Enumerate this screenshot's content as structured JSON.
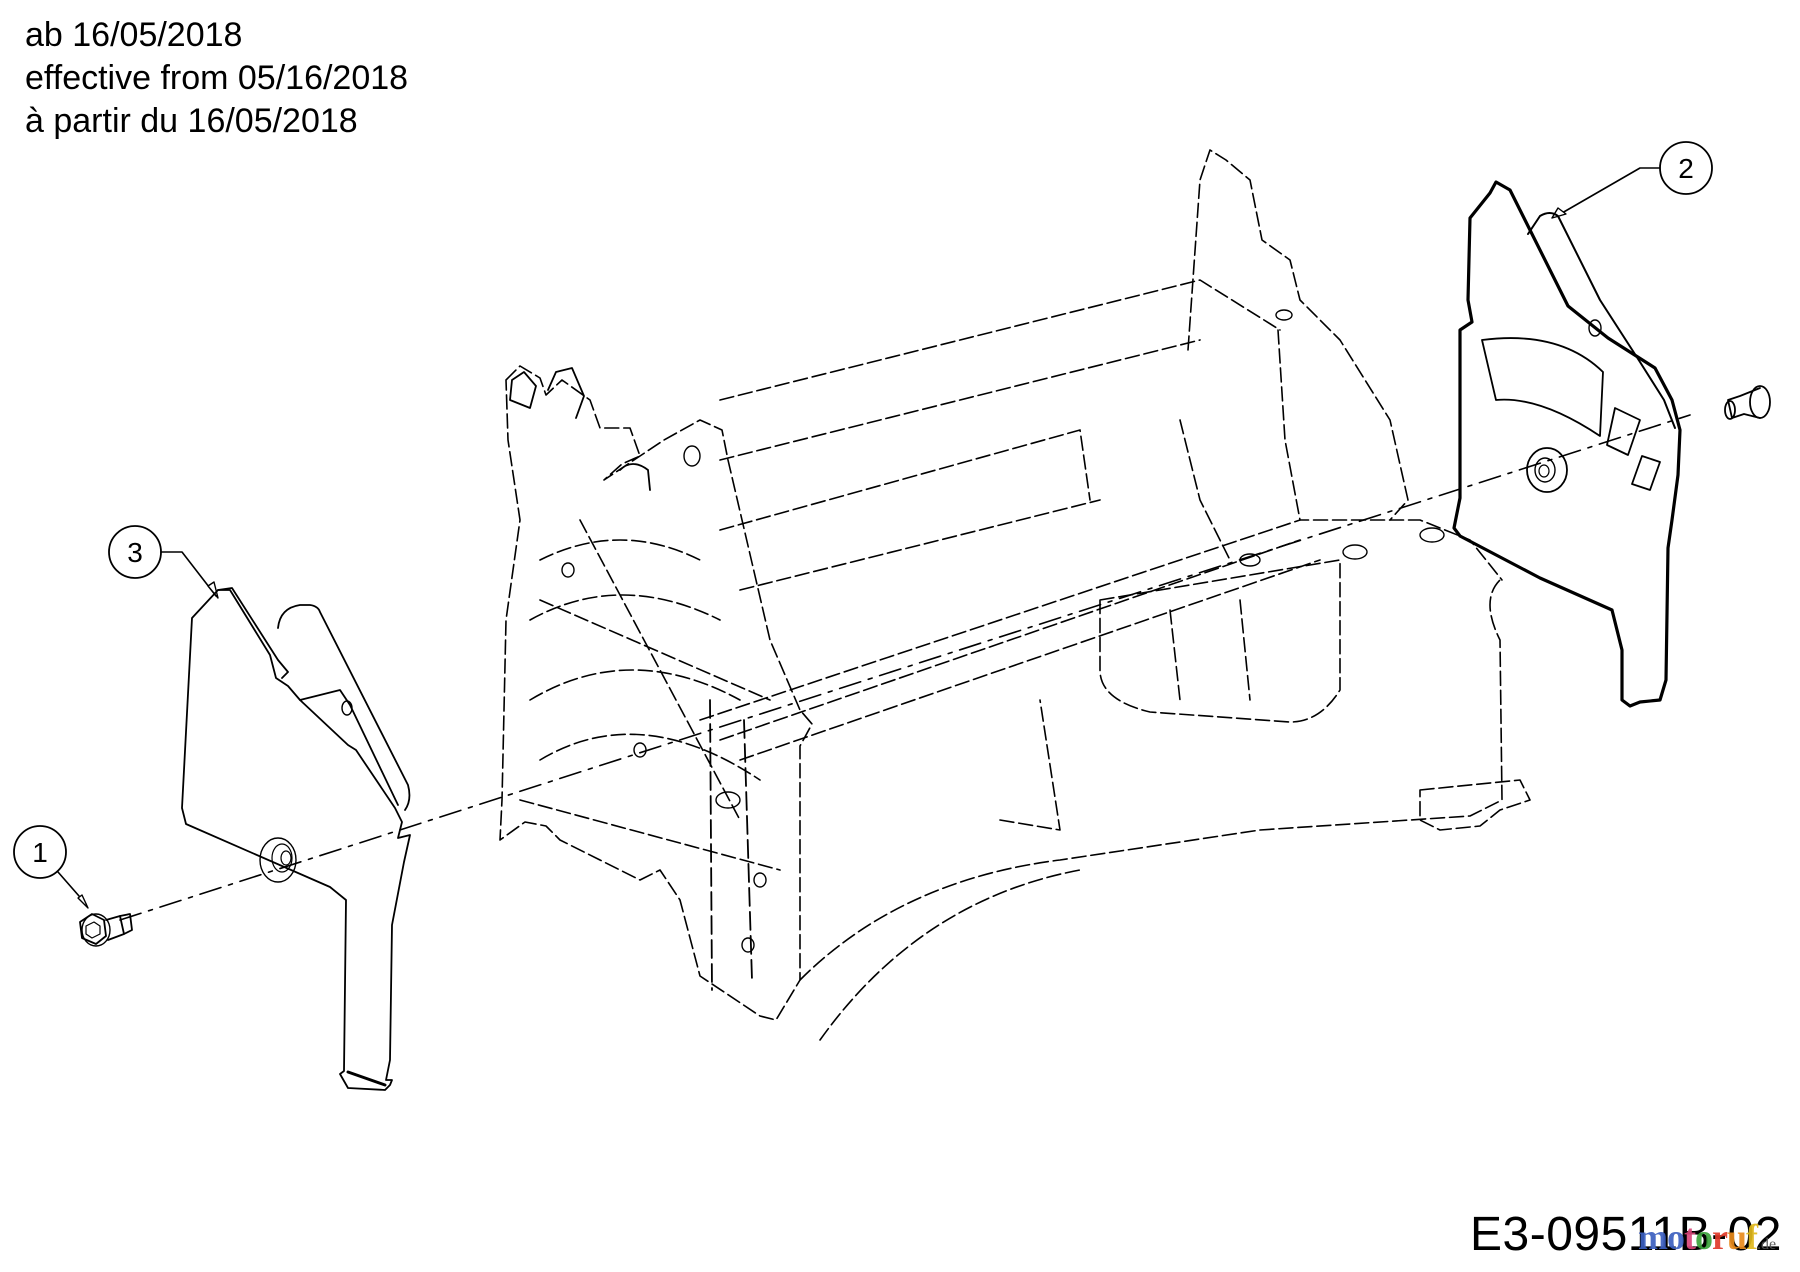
{
  "header": {
    "lines": [
      "ab 16/05/2018",
      "effective from 05/16/2018",
      "à partir du 16/05/2018"
    ]
  },
  "callouts": [
    {
      "number": "1",
      "part": "bolt"
    },
    {
      "number": "2",
      "part": "right-side-cover-plate"
    },
    {
      "number": "3",
      "part": "left-side-cover-plate"
    }
  ],
  "drawing": {
    "id": "E3-09511B-02"
  },
  "watermark": {
    "letters": [
      "m",
      "o",
      "t",
      "o",
      "r",
      "u",
      "f"
    ],
    "colors": [
      "#3b5fc0",
      "#3b5fc0",
      "#d9477a",
      "#3aa33a",
      "#e03a2a",
      "#e98a1c",
      "#e0b81c"
    ],
    "tld": ".de"
  }
}
